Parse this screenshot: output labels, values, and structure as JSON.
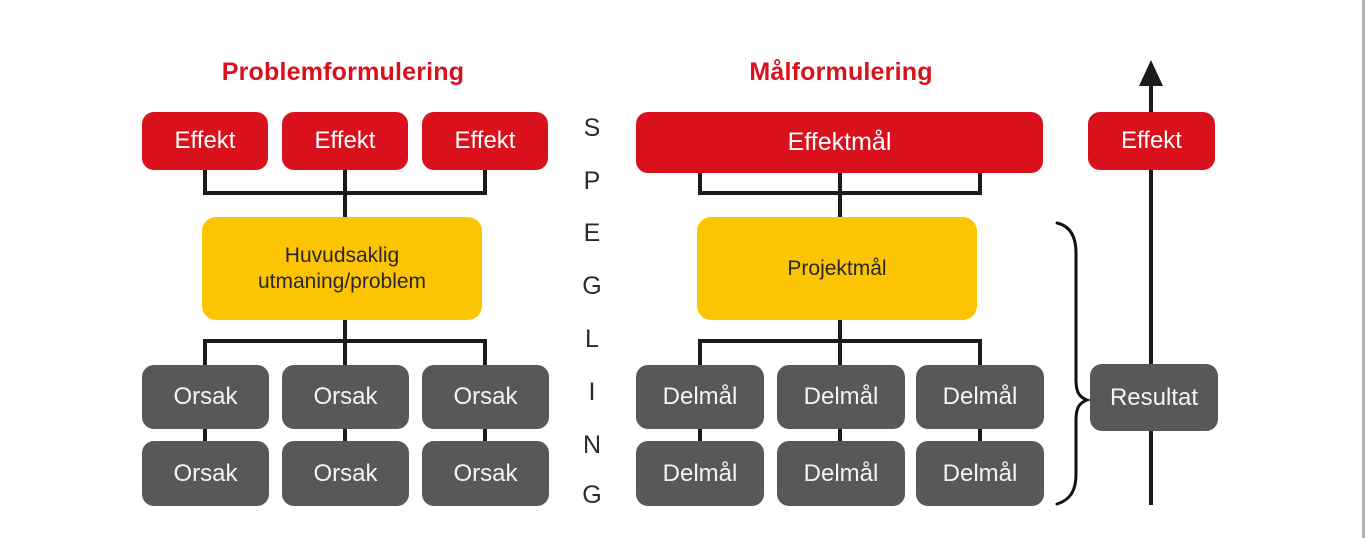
{
  "colors": {
    "red": "#d8111c",
    "yellow": "#fcc503",
    "gray": "#58585a",
    "line_black": "#1b1b1b",
    "title_red": "#d8111c",
    "page_background": "#ffffff",
    "right_edge": "#b0b0b0"
  },
  "titles": {
    "problem": "Problemformulering",
    "goal": "Målformulering"
  },
  "spegling": {
    "word": "SPEGLING",
    "letters": [
      "S",
      "P",
      "E",
      "G",
      "L",
      "I",
      "N",
      "G"
    ]
  },
  "problem_tree": {
    "effects": [
      "Effekt",
      "Effekt",
      "Effekt"
    ],
    "main_problem": {
      "line1": "Huvudsaklig",
      "line2": "utmaning/problem"
    },
    "causes_row1": [
      "Orsak",
      "Orsak",
      "Orsak"
    ],
    "causes_row2": [
      "Orsak",
      "Orsak",
      "Orsak"
    ]
  },
  "goal_tree": {
    "effect_goal": "Effektmål",
    "project_goal": "Projektmål",
    "subgoals_row1": [
      "Delmål",
      "Delmål",
      "Delmål"
    ],
    "subgoals_row2": [
      "Delmål",
      "Delmål",
      "Delmål"
    ]
  },
  "outcome_column": {
    "effect": "Effekt",
    "result": "Resultat"
  }
}
